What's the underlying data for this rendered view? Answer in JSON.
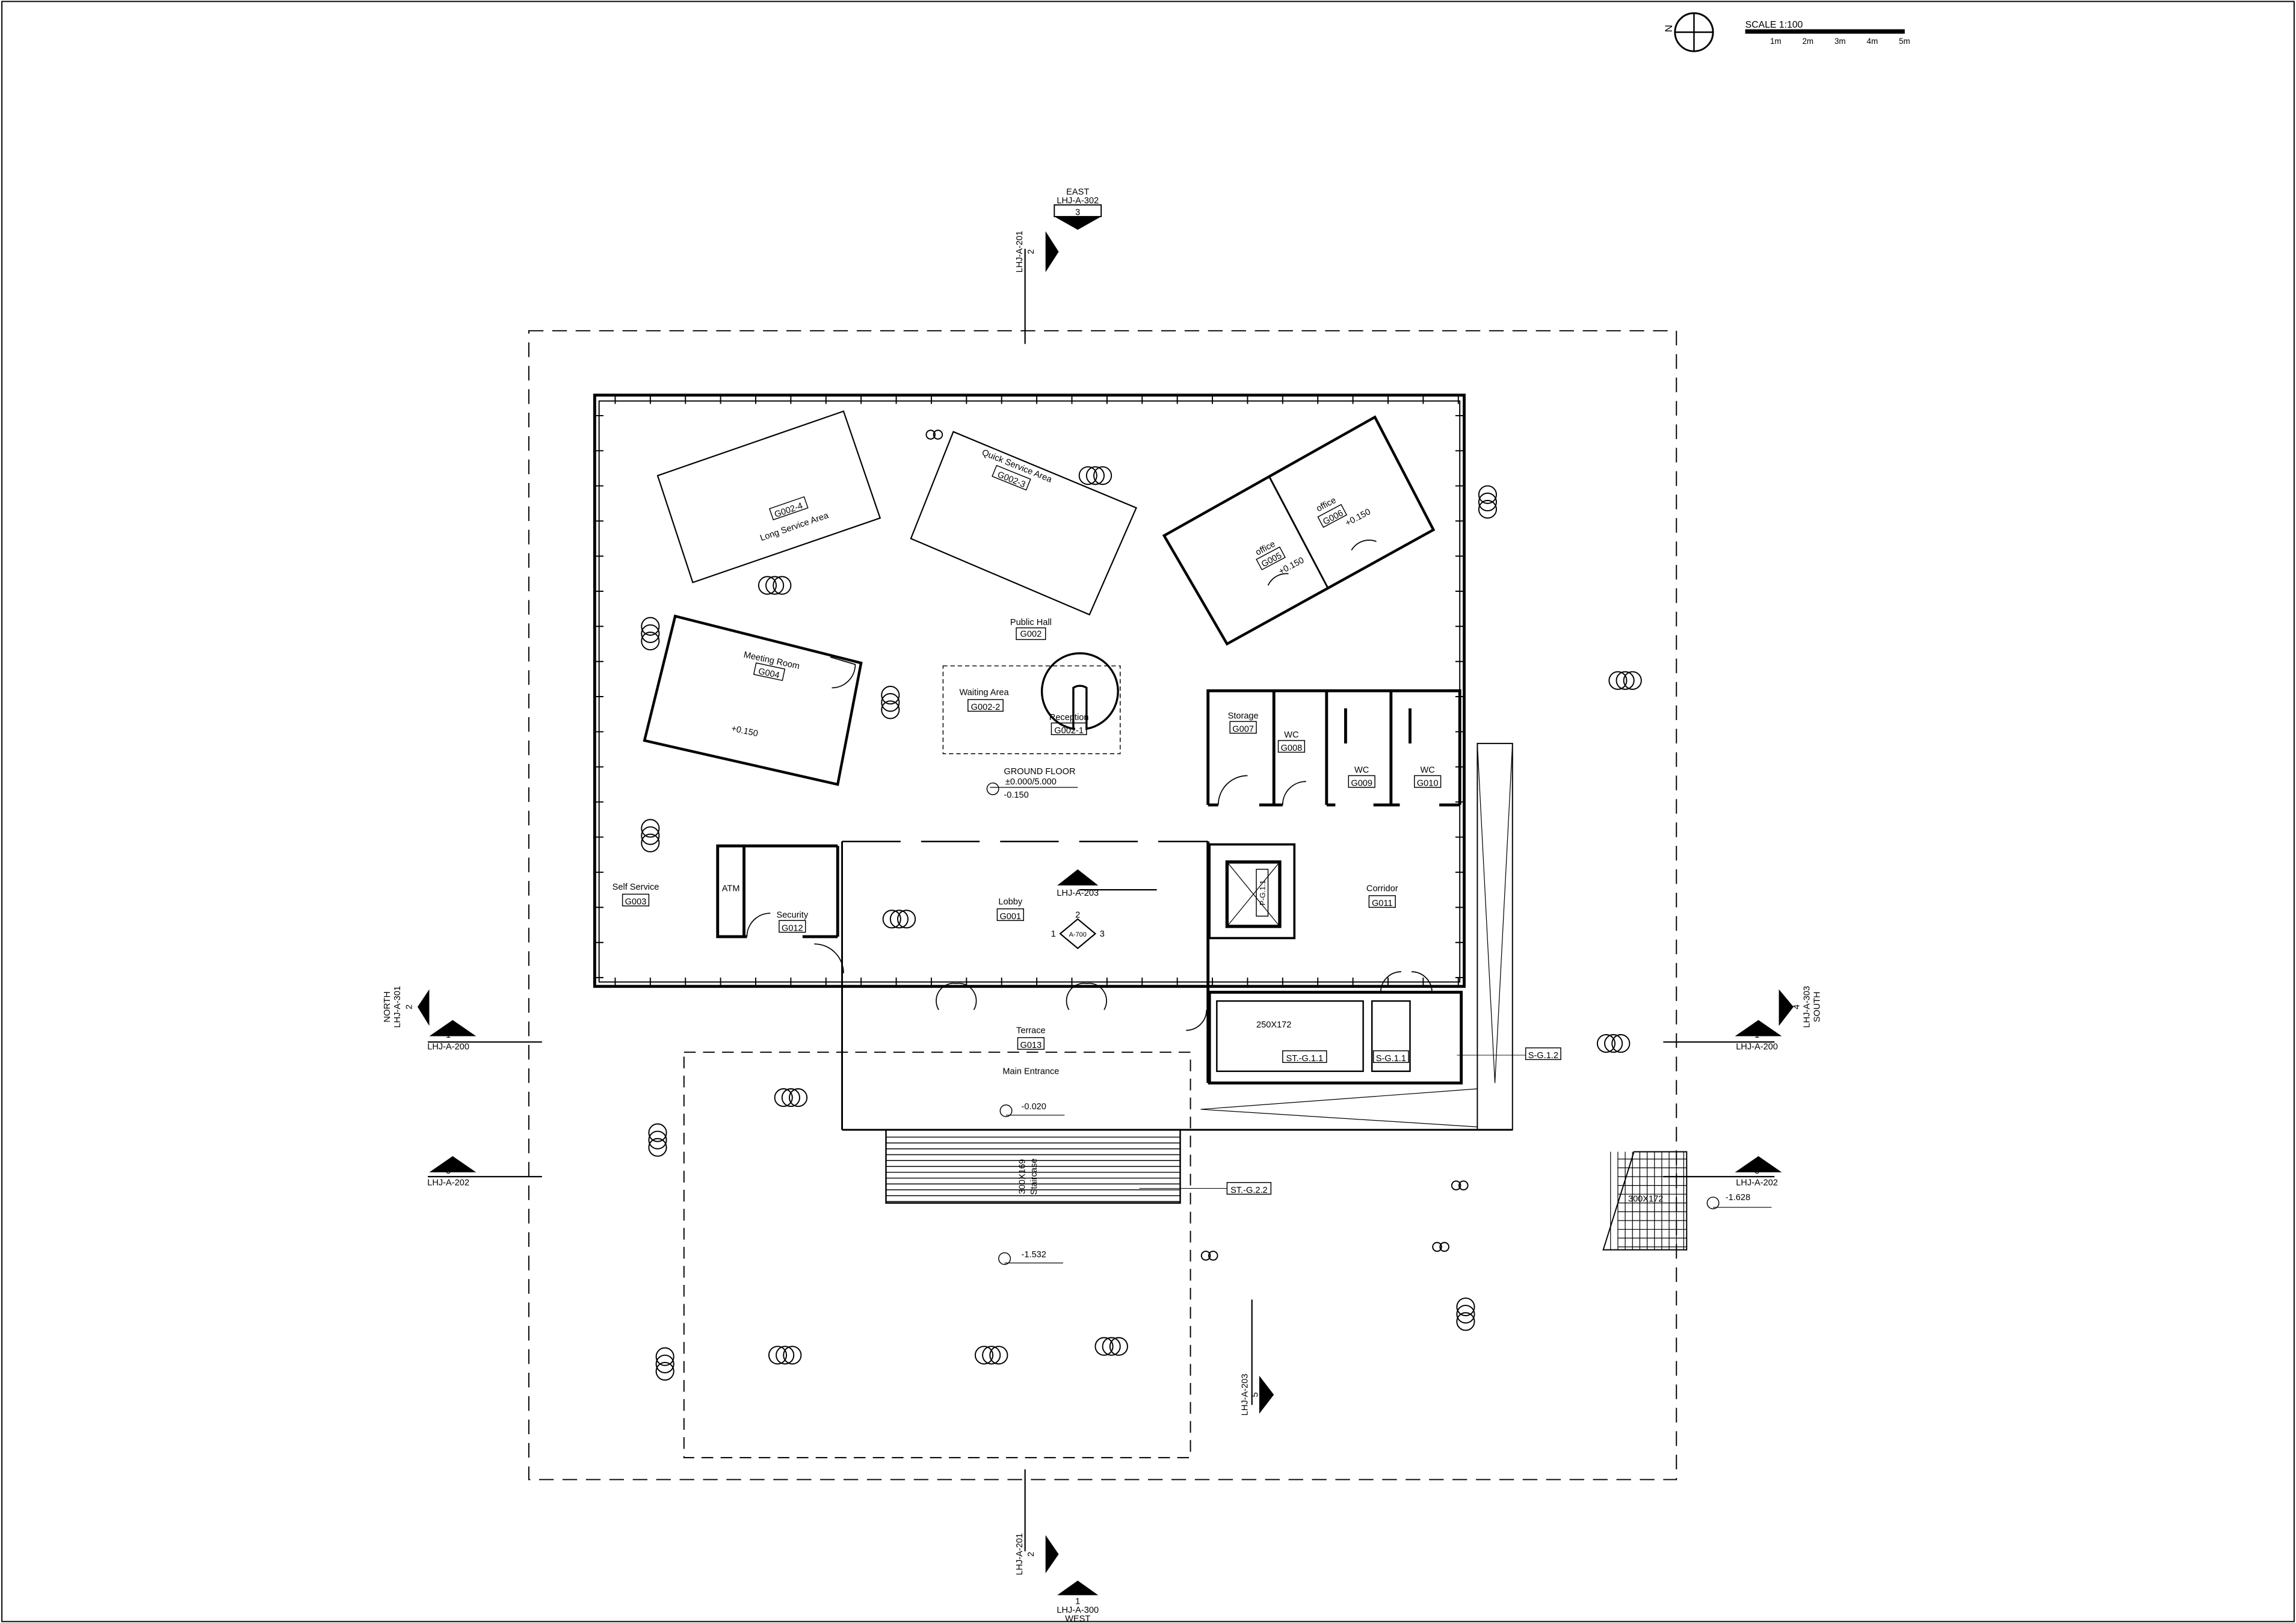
{
  "scale_bar": {
    "title": "SCALE 1:100",
    "ticks": [
      "1m",
      "2m",
      "3m",
      "4m",
      "5m"
    ],
    "north_label": "N"
  },
  "sections": {
    "east": {
      "ref": "LHJ-A-302",
      "num": "3",
      "title": "EAST"
    },
    "west": {
      "ref": "LHJ-A-300",
      "num": "1",
      "title": "WEST"
    },
    "north": {
      "ref": "LHJ-A-301",
      "num": "2",
      "title": "NORTH"
    },
    "south": {
      "ref": "LHJ-A-303",
      "num": "4",
      "title": "SOUTH"
    },
    "top_201": {
      "ref": "LHJ-A-201",
      "num": "2"
    },
    "bottom_201": {
      "ref": "LHJ-A-201",
      "num": "2"
    },
    "left_200": {
      "ref": "LHJ-A-200",
      "num": "1"
    },
    "right_200": {
      "ref": "LHJ-A-200",
      "num": "1"
    },
    "left_202": {
      "ref": "LHJ-A-202",
      "num": "3"
    },
    "right_202": {
      "ref": "LHJ-A-202",
      "num": "3"
    },
    "inner_203": {
      "ref": "LHJ-A-203",
      "num": "4"
    },
    "bottom_203": {
      "ref": "LHJ-A-203",
      "num": "5"
    }
  },
  "rooms": {
    "long_service": {
      "name": "Long Service Area",
      "code": "G002-4"
    },
    "quick_service": {
      "name": "Quick Service Area",
      "code": "G002-3"
    },
    "office1": {
      "name": "office",
      "code": "G005",
      "level": "+0.150"
    },
    "office2": {
      "name": "office",
      "code": "G006",
      "level": "+0.150"
    },
    "public_hall": {
      "name": "Public Hall",
      "code": "G002"
    },
    "meeting": {
      "name": "Meeting Room",
      "code": "G004",
      "level": "+0.150"
    },
    "waiting": {
      "name": "Waiting Area",
      "code": "G002-2"
    },
    "reception": {
      "name": "Reception",
      "code": "G002-1"
    },
    "storage": {
      "name": "Storage",
      "code": "G007"
    },
    "wc1": {
      "name": "WC",
      "code": "G008"
    },
    "wc2": {
      "name": "WC",
      "code": "G009"
    },
    "wc3": {
      "name": "WC",
      "code": "G010"
    },
    "self_service": {
      "name": "Self Service",
      "code": "G003"
    },
    "atm": {
      "name": "ATM"
    },
    "security": {
      "name": "Security",
      "code": "G012"
    },
    "lobby": {
      "name": "Lobby",
      "code": "G001"
    },
    "corridor": {
      "name": "Corridor",
      "code": "G011"
    },
    "terrace": {
      "name": "Terrace",
      "code": "G013"
    }
  },
  "floor": {
    "title": "GROUND FLOOR",
    "elev": "±0.000/5.000",
    "level": "-0.150"
  },
  "labels": {
    "main_entrance": "Main Entrance",
    "level_entrance": "-0.020",
    "level_plaza": "-1.532",
    "level_ramp": "-1.628",
    "staircase": "Staircase",
    "stair_dim": "300X169",
    "stair_tag": "ST.-G.2.2",
    "ramp_dim": "300X172",
    "stair_inner_dim": "250X172",
    "tag_stg11": "ST.-G.1.1",
    "tag_sg11": "S-G.1.1",
    "tag_sg12": "S-G.1.2",
    "tag_lift": "P-G.1.1",
    "lobby_marker_top": "2",
    "lobby_marker_left": "1",
    "lobby_marker_right": "3",
    "lobby_marker_center": "A-700"
  }
}
